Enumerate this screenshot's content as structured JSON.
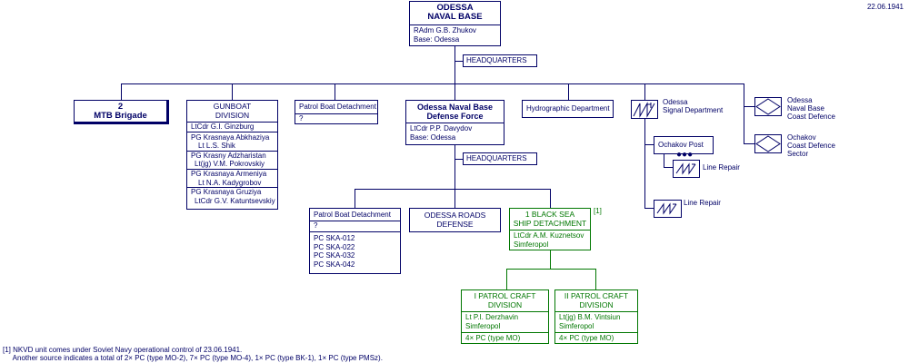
{
  "date": "22.06.1941",
  "top": {
    "title1": "ODESSA",
    "title2": "NAVAL BASE",
    "cmd": "RAdm  G.B. Zhukov",
    "base": "Base:  Odessa"
  },
  "hq1": "HEADQUARTERS",
  "hq2": "HEADQUARTERS",
  "mtb": {
    "line1": "2",
    "line2": "MTB Brigade"
  },
  "gunboat": {
    "title1": "GUNBOAT",
    "title2": "DIVISION",
    "cmd": "LtCdr  G.I. Ginzburg",
    "groups": [
      [
        "PG  Krasnaya Abkhaziya",
        "    Lt  L.S. Shik"
      ],
      [
        "PG  Krasny Adzharistan",
        "    Lt(jg)  V.M. Pokrovskiy"
      ],
      [
        "PG  Krasnaya Armeniya",
        "    Lt  N.A. Kadygrobov"
      ],
      [
        "PG  Krasnaya Gruziya",
        "    LtCdr  G.V. Katuntsevskiy"
      ]
    ]
  },
  "patrol1": {
    "title": "Patrol Boat Detachment",
    "val": "?"
  },
  "defense": {
    "title1": "Odessa Naval Base",
    "title2": "Defense Force",
    "cmd": "LtCdr  P.P. Davydov",
    "base": "Base:  Odessa"
  },
  "hydro": {
    "title": "Hydrographic Department"
  },
  "signal": {
    "title1": "Odessa",
    "title2": "Signal Department"
  },
  "ochakov_post": {
    "title": "Ochakov Post"
  },
  "line_repair": [
    "Line Repair",
    "Line Repair"
  ],
  "coast1": {
    "l1": "Odessa",
    "l2": "Naval Base",
    "l3": "Coast Defence"
  },
  "coast2": {
    "l1": "Ochakov",
    "l2": "Coast Defence",
    "l3": "Sector"
  },
  "patrol2": {
    "title": "Patrol Boat Detachment",
    "val": "?",
    "boats": [
      "PC  SKA-012",
      "PC  SKA-022",
      "PC  SKA-032",
      "PC  SKA-042"
    ]
  },
  "roads": {
    "title1": "ODESSA ROADS",
    "title2": "DEFENSE"
  },
  "blacksea": {
    "title1": "1 BLACK SEA",
    "title2": "SHIP DETACHMENT",
    "cmd": "LtCdr  A.M. Kuznetsov",
    "base": "Simferopol",
    "note": "[1]"
  },
  "pcd1": {
    "title1": "I PATROL CRAFT",
    "title2": "DIVISION",
    "cmd": "Lt  P.I. Derzhavin",
    "base": "Simferopol",
    "units": "4× PC (type MO)"
  },
  "pcd2": {
    "title1": "II PATROL CRAFT",
    "title2": "DIVISION",
    "cmd": "Lt(jg)  B.M. Vintsiun",
    "base": "Simferopol",
    "units": "4× PC (type MO)"
  },
  "footnote": {
    "line1": "[1] NKVD unit comes under Soviet Navy operational control of 23.06.1941.",
    "line2": "     Another source indicates a total of 2× PC (type MO-2), 7× PC (type MO-4), 1× PC (type BK-1), 1× PC (type PMSz)."
  },
  "colors": {
    "navy": "#000066",
    "green": "#007700"
  }
}
